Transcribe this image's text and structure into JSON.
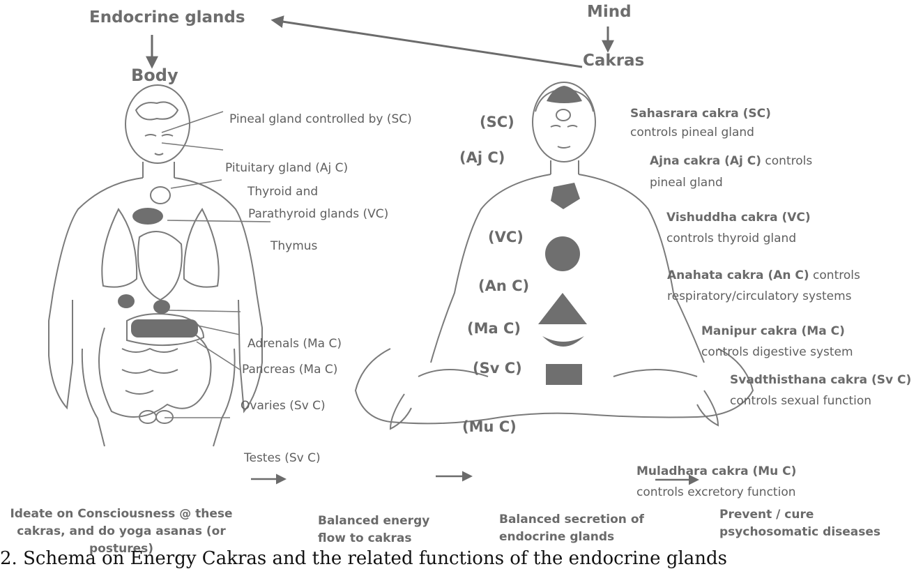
{
  "headings": {
    "endocrine": "Endocrine glands",
    "mind": "Mind",
    "body": "Body",
    "cakras": "Cakras"
  },
  "body_labels": {
    "pineal": "Pineal gland controlled by (SC)",
    "pituitary": "Pituitary gland (Aj C)",
    "thyroid_1": "Thyroid and",
    "thyroid_2": "Parathyroid glands (VC)",
    "thymus": "Thymus",
    "adrenals": "Adrenals (Ma C)",
    "pancreas": "Pancreas (Ma C)",
    "ovaries": "Ovaries (Sv C)",
    "testes": "Testes (Sv C)"
  },
  "cakra_abbrev": {
    "sc": "(SC)",
    "ajc": "(Aj C)",
    "vc": "(VC)",
    "anc": "(An C)",
    "mac": "(Ma C)",
    "svc": "(Sv C)",
    "muc": "(Mu C)"
  },
  "cakra_desc": {
    "sc_name": "Sahasrara cakra (SC)",
    "sc_text": "controls pineal gland",
    "ajc_name": "Ajna cakra (Aj C)",
    "ajc_text_1": " controls",
    "ajc_text_2": "pineal gland",
    "vc_name": "Vishuddha cakra (VC)",
    "vc_text": "controls thyroid gland",
    "anc_name": "Anahata cakra (An C)",
    "anc_text_1": " controls",
    "anc_text_2": "respiratory/circulatory systems",
    "mac_name": "Manipur cakra (Ma C)",
    "mac_text": "controls digestive system",
    "svc_name": "Svadthisthana cakra (Sv C)",
    "svc_text": "controls sexual function",
    "muc_name": "Muladhara cakra (Mu C)",
    "muc_text": "controls excretory function"
  },
  "flow": {
    "step1_line1": "Ideate on Consciousness @ these",
    "step1_line2": "cakras, and do yoga asanas (or",
    "step1_line3": "postures)",
    "step2_line1": "Balanced energy",
    "step2_line2": "flow to cakras",
    "step3_line1": "Balanced secretion of",
    "step3_line2": "endocrine glands",
    "step4_line1": "Prevent / cure",
    "step4_line2": "psychosomatic diseases"
  },
  "caption": "2. Schema on Energy Cakras and the related functions of the endocrine glands"
}
